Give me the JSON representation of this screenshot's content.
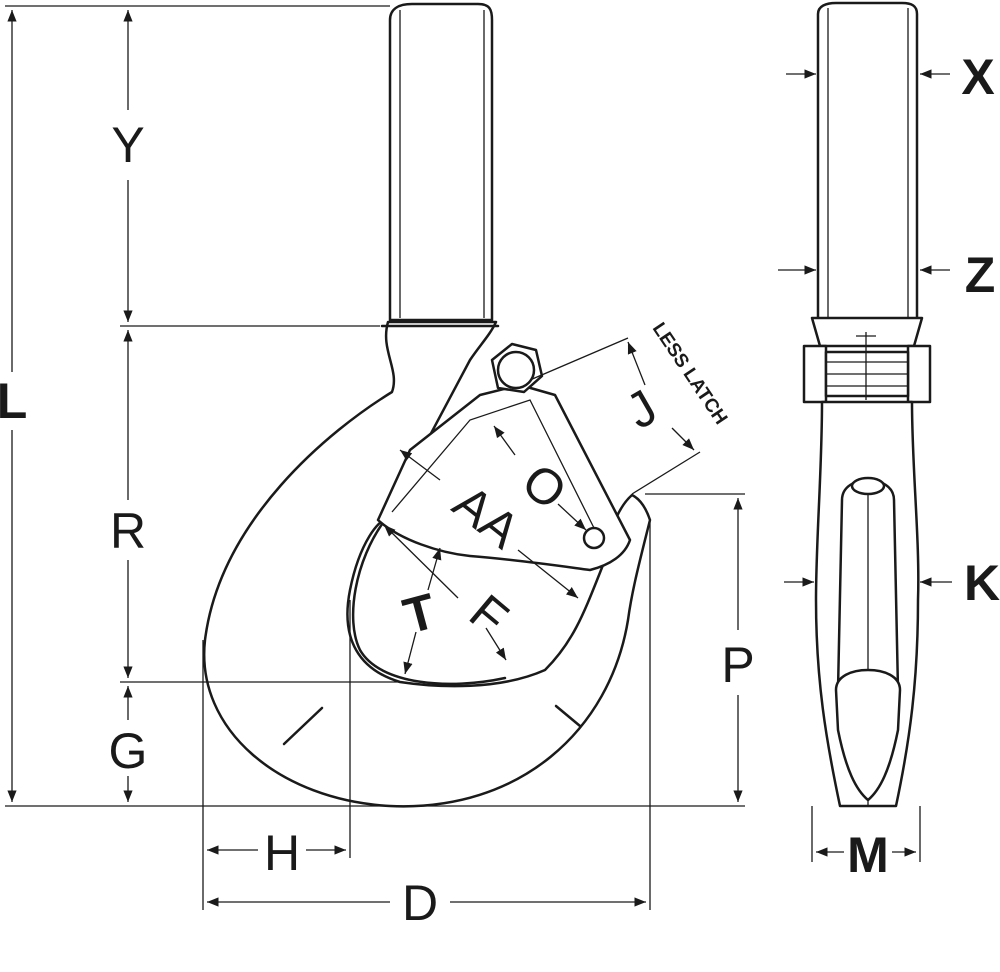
{
  "labels": {
    "Y": "Y",
    "L": "L",
    "R": "R",
    "G": "G",
    "H": "H",
    "D": "D",
    "P": "P",
    "J": "J",
    "O": "O",
    "AA": "AA",
    "T": "T",
    "F": "F",
    "X": "X",
    "Z": "Z",
    "K": "K",
    "M": "M"
  },
  "note": "LESS LATCH"
}
